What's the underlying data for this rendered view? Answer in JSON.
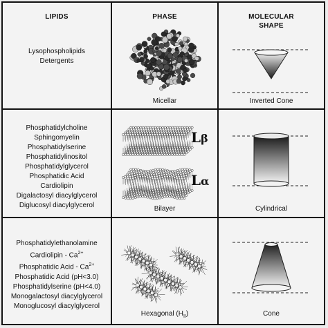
{
  "headers": {
    "lipids": "LIPIDS",
    "phase": "PHASE",
    "shape_line1": "MOLECULAR",
    "shape_line2": "SHAPE"
  },
  "rows": [
    {
      "lipids": [
        "Lysophospholipids",
        "Detergents"
      ],
      "phase": "Micellar",
      "shape": "Inverted Cone"
    },
    {
      "lipids": [
        "Phosphatidylcholine",
        "Sphingomyelin",
        "Phosphatidylserine",
        "Phosphatidylinositol",
        "Phosphatidylglycerol",
        "Phosphatidic Acid",
        "Cardiolipin",
        "Digalactosyl diacylglycerol",
        "Diglucosyl diacylglycerol"
      ],
      "phase": "Bilayer",
      "phase_symbols": {
        "beta": "β",
        "alpha": "α",
        "letter": "L"
      },
      "shape": "Cylindrical"
    },
    {
      "lipids_plain": [
        "Phosphatidylethanolamine"
      ],
      "lipids_ca": [
        {
          "text": "Cardiolipin - Ca",
          "sup": "2+"
        },
        {
          "text": "Phosphatidic Acid - Ca",
          "sup": "2+"
        }
      ],
      "lipids_rest": [
        "Phosphatidic Acid (pH<3.0)",
        "Phosphatidylserine (pH<4.0)",
        "Monogalactosyl diacylglycerol",
        "Monoglucosyl diacylglycerol"
      ],
      "phase": "Hexagonal (H",
      "phase_sub": "II",
      "phase_close": ")",
      "shape": "Cone"
    }
  ]
}
